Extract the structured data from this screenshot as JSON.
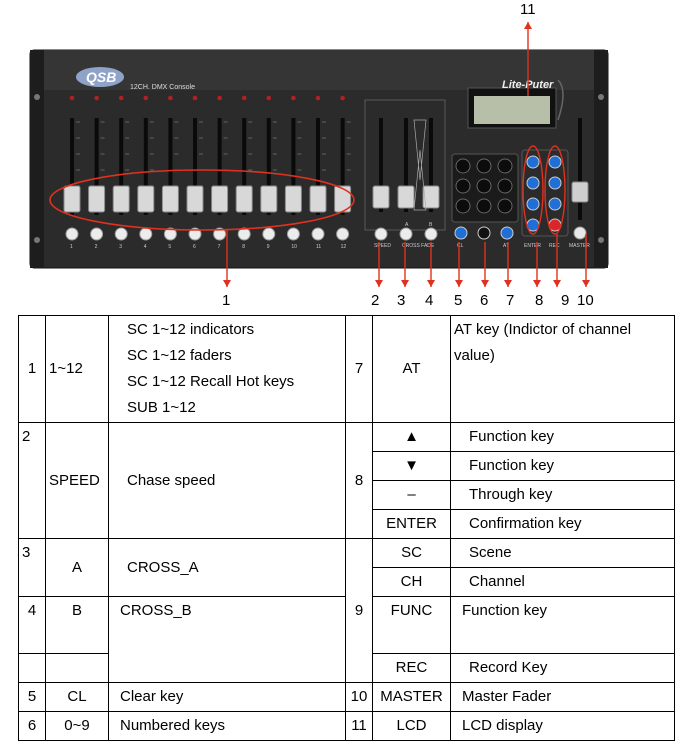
{
  "console": {
    "brand": "QSB",
    "model": "12CH. DMX Console",
    "lcd_brand": "Lite-Puter",
    "channel_numbers": [
      "1",
      "2",
      "3",
      "4",
      "5",
      "6",
      "7",
      "8",
      "9",
      "10",
      "11",
      "12"
    ],
    "speed_label": "SPEED",
    "cross_fade_label": "CROSS FADE",
    "a_label": "A",
    "b_label": "B",
    "cl_label": "CL",
    "at_label": "AT",
    "enter_label": "ENTER",
    "rec_label": "REC",
    "master_label": "MASTER"
  },
  "callouts": {
    "c1": "1",
    "c2": "2",
    "c3": "3",
    "c4": "4",
    "c5": "5",
    "c6": "6",
    "c7": "7",
    "c8": "8",
    "c9": "9",
    "c10": "10",
    "c11": "11"
  },
  "colors": {
    "panel": "#2b2b2b",
    "callout": "#e0311f",
    "blue_key": "#1f6fd6",
    "red_key": "#d8262a"
  },
  "table": {
    "r1": {
      "num": "1",
      "name": "1~12",
      "desc": [
        "SC 1~12 indicators",
        "SC 1~12 faders",
        "SC 1~12 Recall Hot keys",
        "SUB 1~12"
      ]
    },
    "r7": {
      "num": "7",
      "name": "AT",
      "desc": "AT key (Indictor of channel value)"
    },
    "r2": {
      "num": "2",
      "name": "SPEED",
      "desc": "Chase speed"
    },
    "r8": {
      "num": "8",
      "items": [
        {
          "name": "▲",
          "desc": "Function key"
        },
        {
          "name": "▼",
          "desc": "Function key"
        },
        {
          "name": "–",
          "desc": "Through key"
        },
        {
          "name": "ENTER",
          "desc": "Confirmation key"
        }
      ]
    },
    "r3": {
      "num": "3",
      "name": "A",
      "desc": "CROSS_A"
    },
    "r9": {
      "num": "9",
      "items": [
        {
          "name": "SC",
          "desc": "Scene"
        },
        {
          "name": "CH",
          "desc": "Channel"
        },
        {
          "name": "FUNC",
          "desc": "Function key"
        },
        {
          "name": "REC",
          "desc": "Record Key"
        }
      ]
    },
    "r4": {
      "num": "4",
      "name": "B",
      "desc": "CROSS_B"
    },
    "r5": {
      "num": "5",
      "name": "CL",
      "desc": "Clear key"
    },
    "r10": {
      "num": "10",
      "name": "MASTER",
      "desc": "Master Fader"
    },
    "r6": {
      "num": "6",
      "name": "0~9",
      "desc": "Numbered keys"
    },
    "r11": {
      "num": "11",
      "name": "LCD",
      "desc": "LCD display"
    }
  }
}
